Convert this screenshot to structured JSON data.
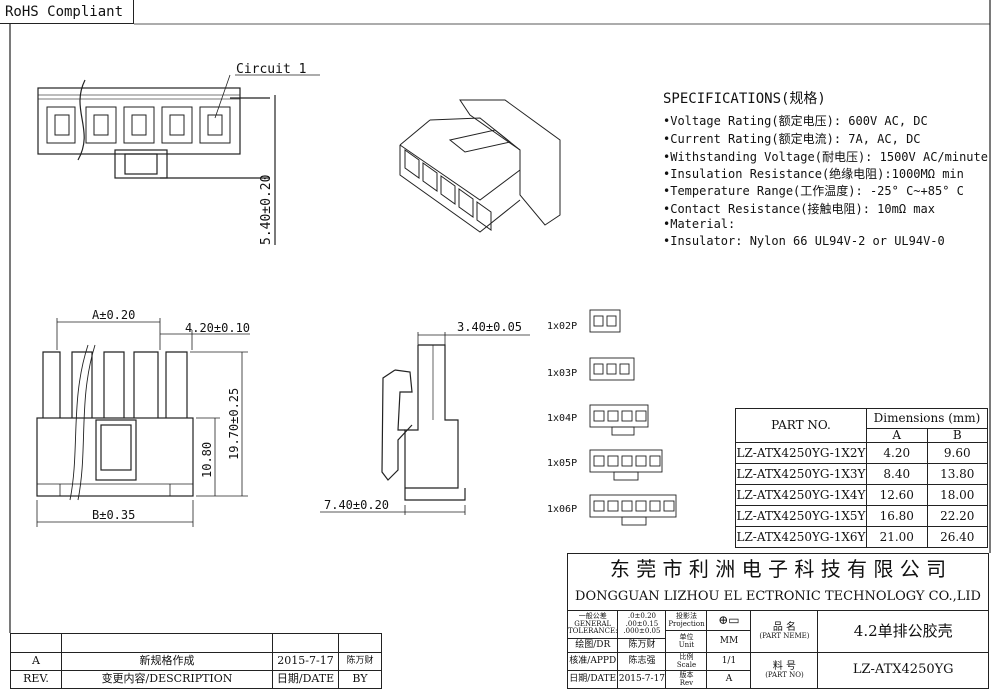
{
  "rohs": "RoHS Compliant",
  "labels": {
    "circuit": "Circuit 1",
    "h540": "5.40±0.20",
    "a": "A±0.20",
    "p420": "4.20±0.10",
    "b": "B±0.35",
    "h1080": "10.80",
    "h1970": "19.70±0.25",
    "w340": "3.40±0.05",
    "w740": "7.40±0.20"
  },
  "variants": [
    "1x02P",
    "1x03P",
    "1x04P",
    "1x05P",
    "1x06P"
  ],
  "specs": {
    "title": "SPECIFICATIONS(规格)",
    "items": [
      "•Voltage Rating(额定电压): 600V AC, DC",
      "•Current Rating(额定电流): 7A, AC, DC",
      "•Withstanding Voltage(耐电压): 1500V AC/minute",
      "•Insulation Resistance(绝缘电阻):1000MΩ min",
      "•Temperature Range(工作温度): -25° C~+85° C",
      "•Contact Resistance(接触电阻): 10mΩ max",
      "•Material:",
      "•Insulator: Nylon 66  UL94V-2 or UL94V-0"
    ]
  },
  "dim_table": {
    "part_header": "PART NO.",
    "dim_header": "Dimensions (mm)",
    "col_a": "A",
    "col_b": "B",
    "rows": [
      {
        "part": "LZ-ATX4250YG-1X2Y",
        "a": "4.20",
        "b": "9.60"
      },
      {
        "part": "LZ-ATX4250YG-1X3Y",
        "a": "8.40",
        "b": "13.80"
      },
      {
        "part": "LZ-ATX4250YG-1X4Y",
        "a": "12.60",
        "b": "18.00"
      },
      {
        "part": "LZ-ATX4250YG-1X5Y",
        "a": "16.80",
        "b": "22.20"
      },
      {
        "part": "LZ-ATX4250YG-1X6Y",
        "a": "21.00",
        "b": "26.40"
      }
    ]
  },
  "title_block": {
    "company_cn": "东 莞 市 利 洲 电 子 科 技 有 限 公 司",
    "company_en": "DONGGUAN LIZHOU EL ECTRONIC TECHNOLOGY CO.,LID",
    "tol_label": "一般公差",
    "tol_en1": "GENERAL",
    "tol_en2": "TOLERANCE:",
    "tol1": ".0±0.20",
    "tol2": ".00±0.15",
    "tol3": ".000±0.05",
    "proj_label": "投影法",
    "proj_en": "Projection",
    "unit_label": "单位",
    "unit_en": "Unit",
    "unit": "MM",
    "scale_label": "比例",
    "scale_en": "Scale",
    "scale": "1/1",
    "rev_label": "版本",
    "rev_en": "Rev",
    "rev": "A",
    "dr_label": "绘图/DR",
    "dr": "陈万财",
    "appd_label": "核准/APPD",
    "appd": "陈志强",
    "date_label": "日期/DATE",
    "date": "2015-7-17",
    "part_name_label": "品 名",
    "part_name_en": "(PART NEME)",
    "part_name": "4.2单排公胶壳",
    "part_no_label": "料 号",
    "part_no_en": "(PART NO)",
    "part_no": "LZ-ATX4250YG"
  },
  "revisions": {
    "rows": [
      {
        "rev": "A",
        "desc": "新规格作成",
        "date": "2015-7-17",
        "by": "陈万财"
      }
    ],
    "header": {
      "rev": "REV.",
      "desc": "变更内容/DESCRIPTION",
      "date": "日期/DATE",
      "by": "BY"
    }
  }
}
